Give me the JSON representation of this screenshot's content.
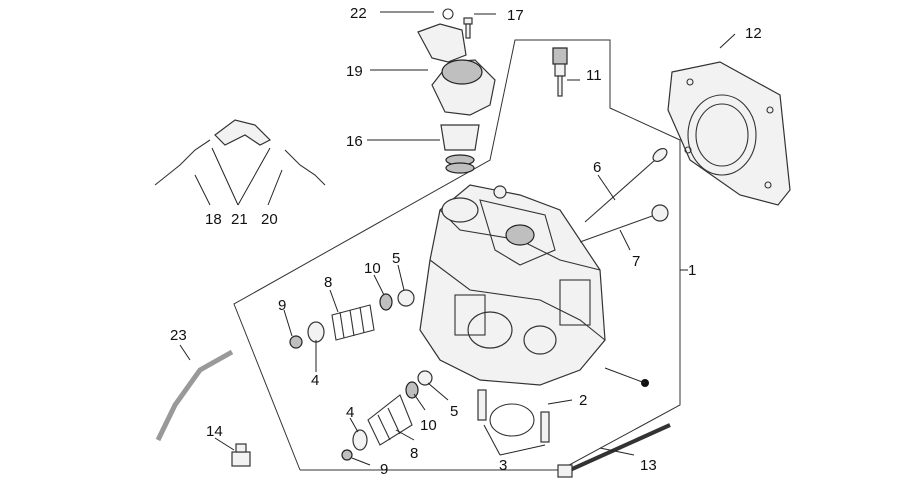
{
  "diagram": {
    "callouts": {
      "c1": "1",
      "c2": "2",
      "c3": "3",
      "c4a": "4",
      "c4b": "4",
      "c5a": "5",
      "c5b": "5",
      "c6": "6",
      "c7": "7",
      "c8a": "8",
      "c8b": "8",
      "c9a": "9",
      "c9b": "9",
      "c10a": "10",
      "c10b": "10",
      "c11": "11",
      "c12": "12",
      "c13": "13",
      "c14": "14",
      "c16": "16",
      "c17": "17",
      "c18": "18",
      "c19": "19",
      "c20": "20",
      "c21": "21",
      "c22": "22",
      "c23": "23"
    }
  }
}
